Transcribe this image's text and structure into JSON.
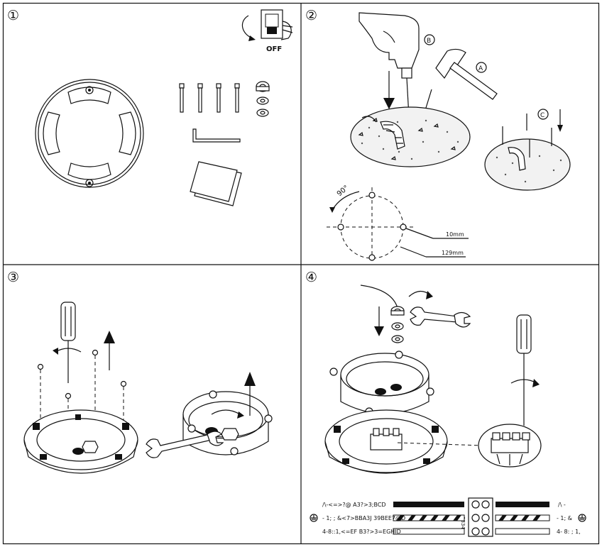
{
  "panels": [
    {
      "num": "①"
    },
    {
      "num": "②"
    },
    {
      "num": "③"
    },
    {
      "num": "④"
    }
  ],
  "switch_label": "OFF",
  "callouts": {
    "a": "A",
    "b": "B",
    "c": "C"
  },
  "angle": "90°",
  "dim_hole": "10mm",
  "dim_circle": "129mm",
  "terminal_code": "3334",
  "wires": [
    {
      "left": "/\\-<=>?@  A3?>3;BCD",
      "right": "/\\  -",
      "style": "solid-black"
    },
    {
      "left": "- 1; ; &<7>BBA3J 39BEE7@D",
      "right": "- 1; &",
      "style": "striped"
    },
    {
      "left": "4-8::1,<=EF   B3?>3=EGHID",
      "right": "4- 8: ; 1,",
      "style": "white"
    }
  ]
}
